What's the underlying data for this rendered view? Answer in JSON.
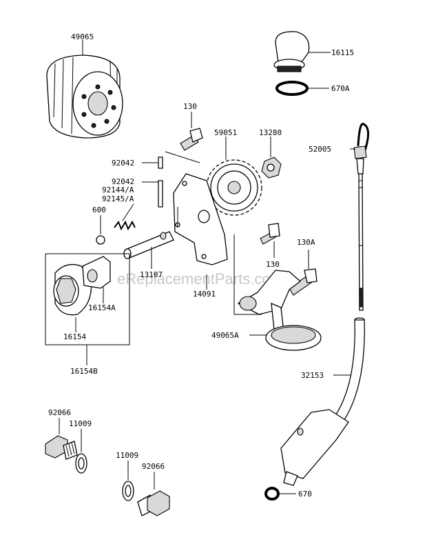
{
  "watermark": "eReplacementParts.com",
  "labels": {
    "p49065": "49065",
    "p16115": "16115",
    "p670A": "670A",
    "p130_top": "130",
    "p59051": "59051",
    "p13280": "13280",
    "p52005": "52005",
    "p92042_a": "92042",
    "p92042_b": "92042",
    "p92144A": "92144/A",
    "p92145A": "92145/A",
    "p600": "600",
    "p13107": "13107",
    "p130_mid": "130",
    "p130A": "130A",
    "p14091": "14091",
    "p16154A": "16154A",
    "p16154": "16154",
    "p16154B": "16154B",
    "p49065A": "49065A",
    "p32153": "32153",
    "p92066_left": "92066",
    "p11009_left": "11009",
    "p11009_right": "11009",
    "p92066_right": "92066",
    "p670": "670"
  }
}
